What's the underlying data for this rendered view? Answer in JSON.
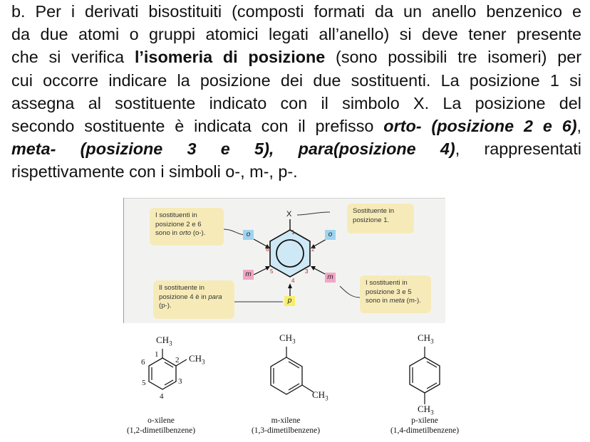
{
  "paragraph": {
    "l1": "b. Per i derivati bisostituiti (composti formati da un anello benzenico e",
    "l2": "da due atomi o gruppi atomici legati all’anello) si deve tener presente",
    "l3a": "che si verifica ",
    "l3b": "l’isomeria di posizione",
    "l3c": " (sono possibili tre isomeri) per",
    "l4": "cui occorre indicare la posizione dei due sostituenti. La posizione 1 si",
    "l5": "assegna al sostituente indicato con il simbolo X. La posizione del",
    "l6a": "secondo sostituente è indicata con il prefisso ",
    "l6b": "orto- (posizione 2 e 6)",
    "l6c": ",",
    "l7a": "meta- (posizione 3 e 5), para(posizione 4)",
    "l7b": ", rappresentati",
    "l8": "rispettivamente con i simboli o-, m-, p-."
  },
  "figure": {
    "callout_orto": [
      "I sostituenti in",
      "posizione 2 e 6",
      "sono in ",
      "orto",
      " (o-)."
    ],
    "callout_x": [
      "Sostituente in",
      "posizione 1."
    ],
    "callout_para": [
      "Il sostituente in",
      "posizione 4 è in ",
      "para",
      "(p-)."
    ],
    "callout_meta": [
      "I sostituenti in",
      "posizione 3 e 5",
      "sono in ",
      "meta",
      " (m-)."
    ],
    "x_label": "X",
    "tag_o": "o",
    "tag_m": "m",
    "tag_p": "p",
    "ring_numbers": [
      "1",
      "2",
      "3",
      "4",
      "5",
      "6"
    ]
  },
  "structures": [
    {
      "name": "o-xilene",
      "iupac": "(1,2-dimetilbenzene)",
      "top_group": "CH",
      "top_sub": "3",
      "side_group": "CH",
      "side_sub": "3",
      "numbers": [
        "1",
        "2",
        "3",
        "4",
        "5",
        "6"
      ]
    },
    {
      "name": "m-xilene",
      "iupac": "(1,3-dimetilbenzene)",
      "top_group": "CH",
      "top_sub": "3",
      "side_group": "CH",
      "side_sub": "3"
    },
    {
      "name": "p-xilene",
      "iupac": "(1,4-dimetilbenzene)",
      "top_group": "CH",
      "top_sub": "3",
      "bottom_group": "CH",
      "bottom_sub": "3"
    }
  ]
}
